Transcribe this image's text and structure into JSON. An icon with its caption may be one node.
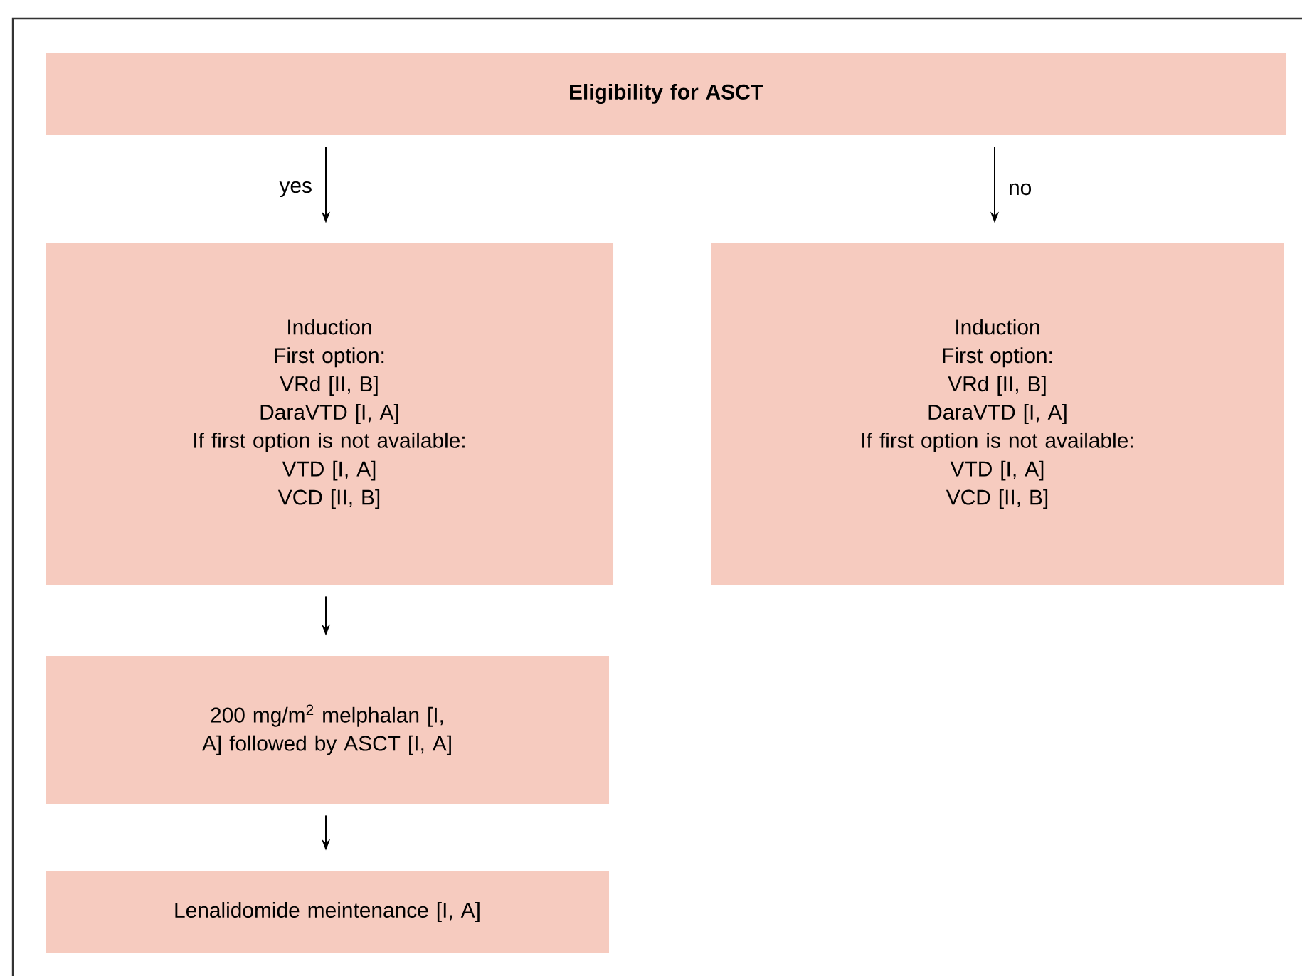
{
  "diagram": {
    "nodes": [
      {
        "text": [
          "Eligibility for ASCT"
        ]
      },
      {
        "text": [
          "Induction",
          "First option:",
          "VRd [II, B]",
          "DaraVTD [I, A]",
          "If first option is not available:",
          "VTD [I, A]",
          "VCD [II, B]"
        ]
      },
      {
        "text": [
          "Induction",
          "First option:",
          "VRd [II, B]",
          "DaraVTD [I, A]",
          "If first option is not available:",
          "VTD [I, A]",
          "VCD [II, B]"
        ]
      },
      {
        "text": [
          "200 mg/m$^{2}$ melphalan [I, A] followed by ASCT [I, A]"
        ]
      },
      {
        "text": [
          "Lenalidomide meintenance [I, A]"
        ]
      }
    ],
    "edges": [
      {
        "from": 0,
        "to": 1,
        "arrow": "to",
        "label": "yes"
      },
      {
        "from": 0,
        "to": 2,
        "arrow": "to",
        "label": "no"
      },
      {
        "from": 1,
        "to": 3,
        "arrow": "to"
      },
      {
        "from": 3,
        "to": 4,
        "arrow": "to"
      }
    ]
  }
}
